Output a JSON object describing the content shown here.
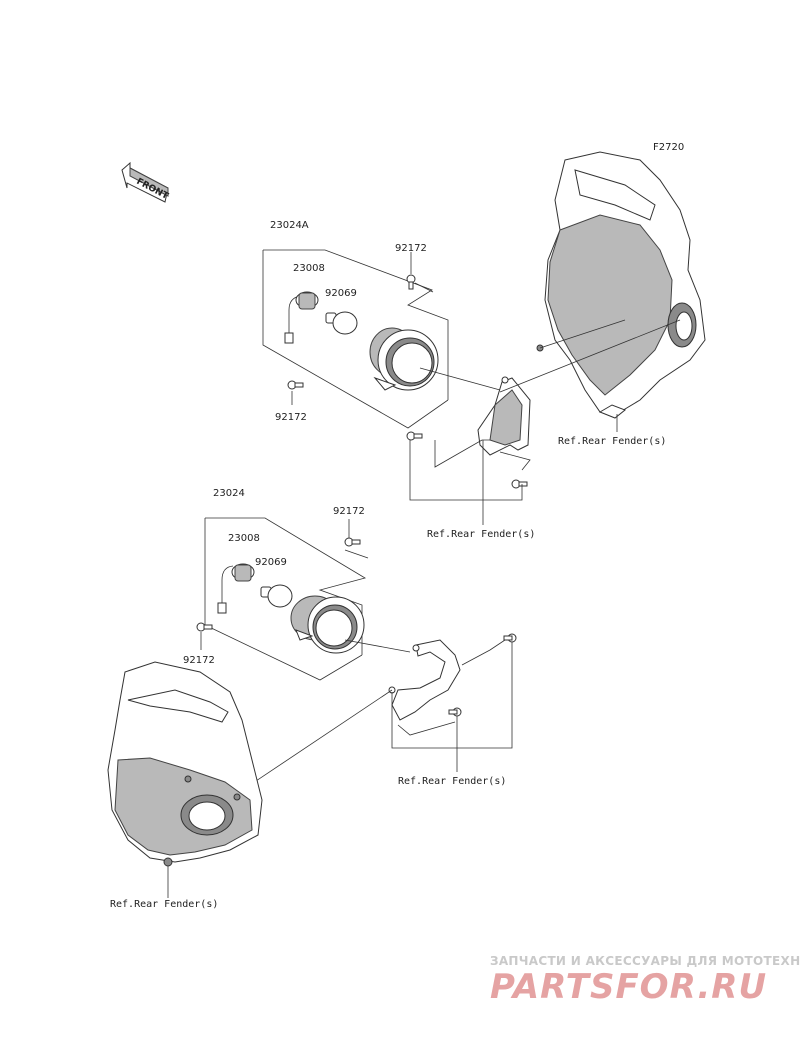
{
  "diagram": {
    "code": "F2720",
    "front_label": "FRONT",
    "upper_assembly": {
      "assembly_no": "23024A",
      "socket_no": "23008",
      "bulb_no": "92069",
      "bolt_top_no": "92172",
      "bolt_left_no": "92172",
      "ref_right": "Ref.Rear Fender(s)",
      "ref_bottom": "Ref.Rear Fender(s)"
    },
    "lower_assembly": {
      "assembly_no": "23024",
      "socket_no": "23008",
      "bulb_no": "92069",
      "bolt_top_no": "92172",
      "bolt_left_no": "92172",
      "ref_right": "Ref.Rear Fender(s)",
      "ref_left": "Ref.Rear Fender(s)"
    }
  },
  "watermark": {
    "tagline": "ЗАПЧАСТИ И АКСЕССУАРЫ ДЛЯ МОТОТЕХНИКИ",
    "brand": "PARTSFOR.RU"
  }
}
